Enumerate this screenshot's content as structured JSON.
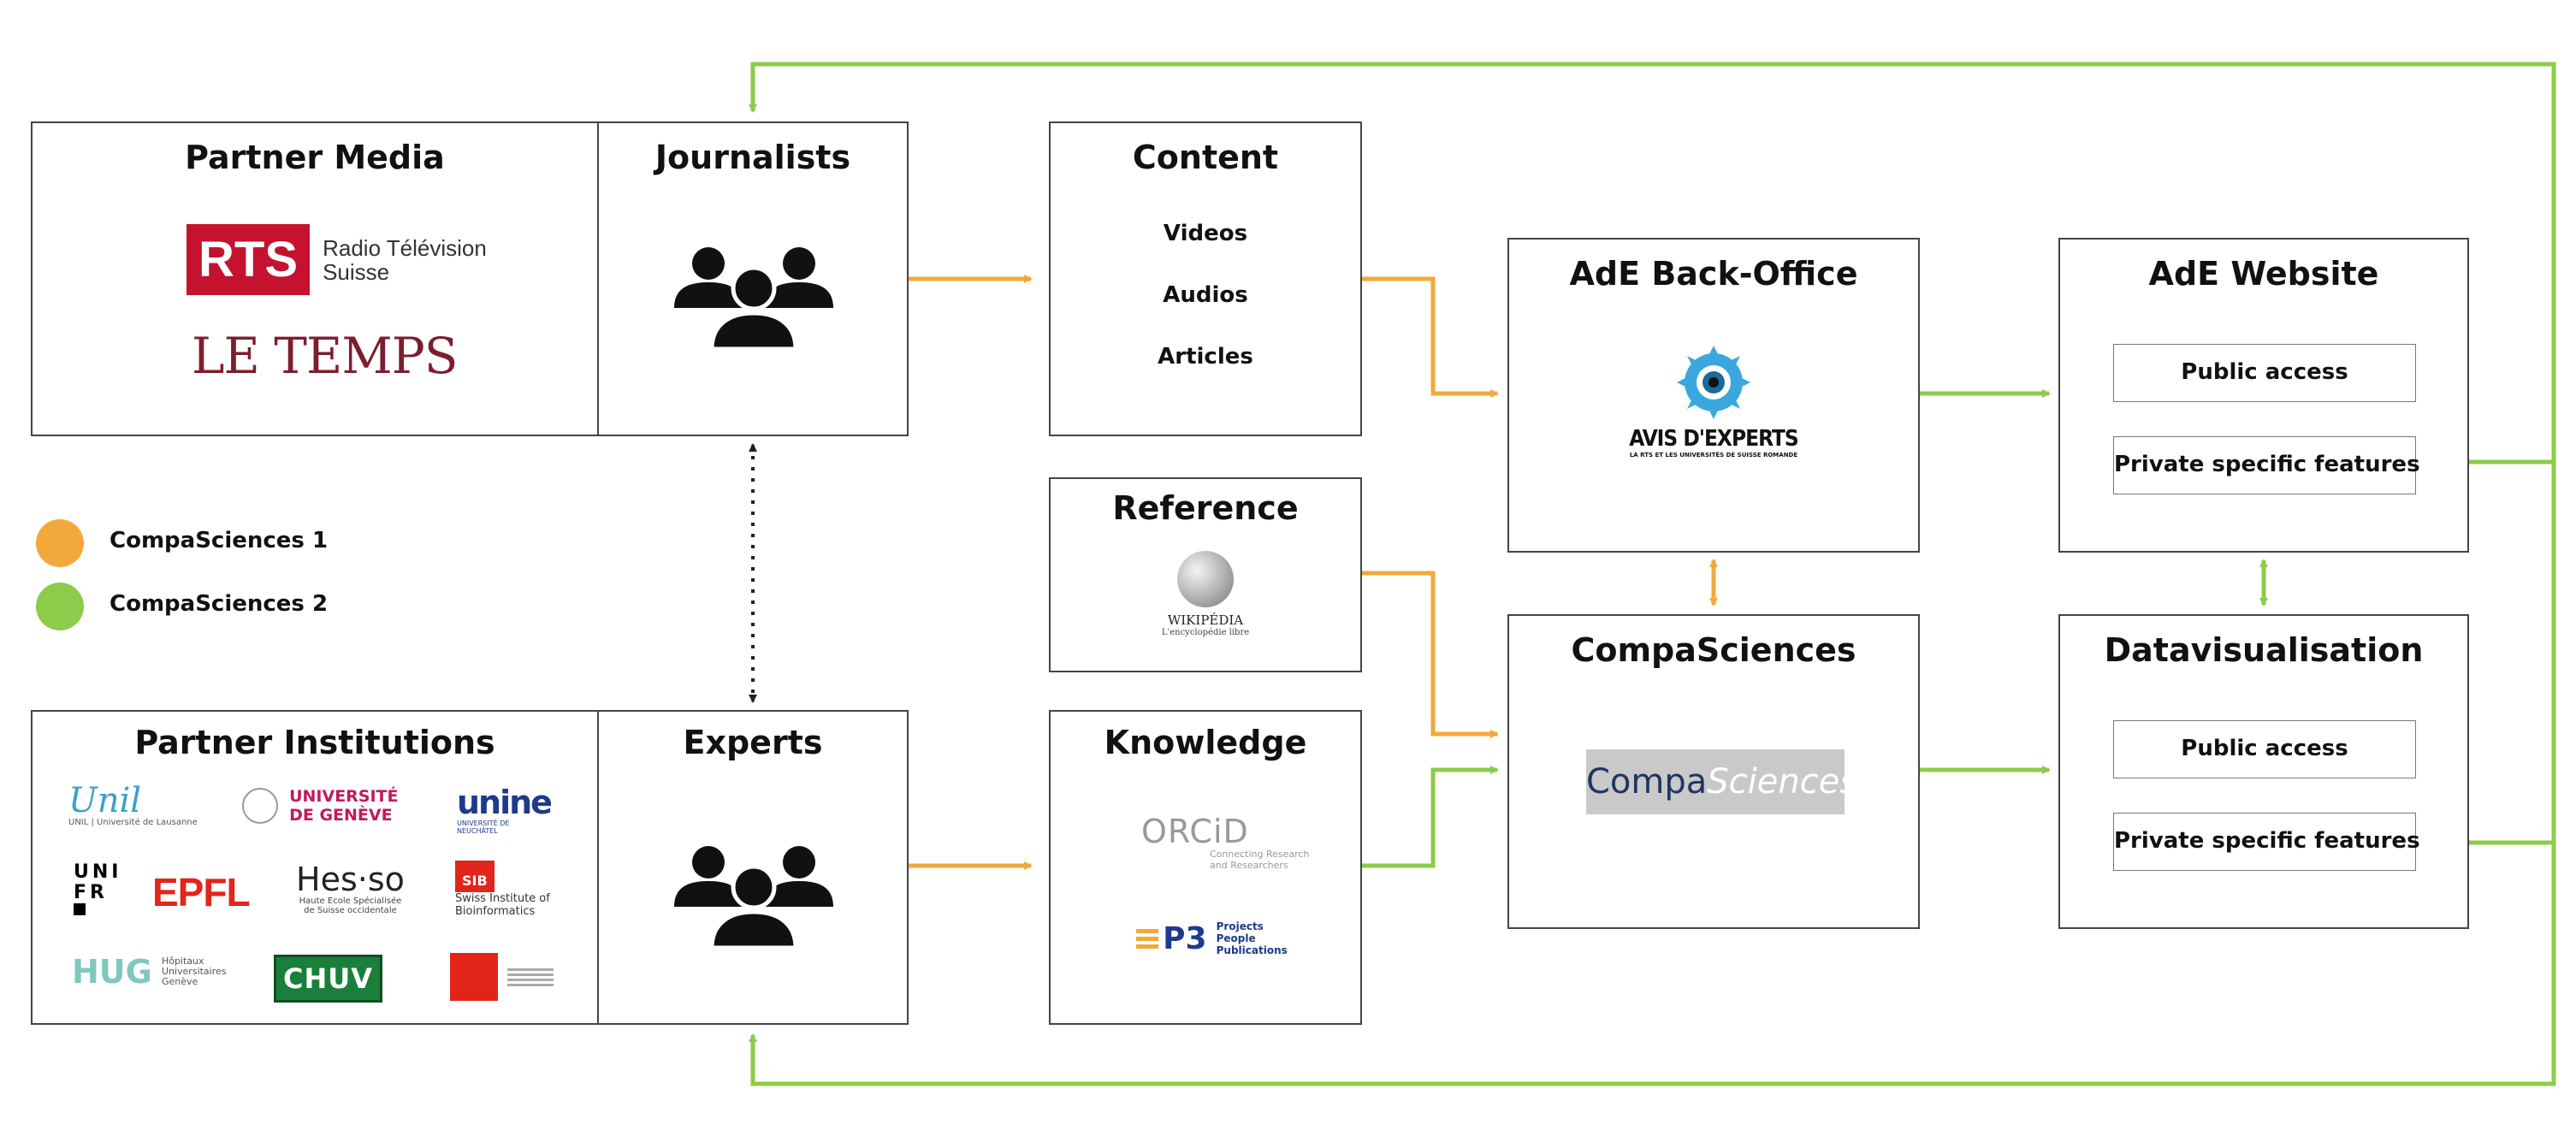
{
  "colors": {
    "orange": "#F2A93B",
    "green": "#8DCB4A",
    "dark": "#222222"
  },
  "legend": [
    {
      "label": "CompaSciences 1",
      "color": "#F2A93B"
    },
    {
      "label": "CompaSciences 2",
      "color": "#8DCB4A"
    }
  ],
  "partner_media": {
    "title": "Partner Media",
    "rts": {
      "mark": "RTS",
      "line1": "Radio Télévision",
      "line2": "Suisse"
    },
    "le_temps": "LE TEMPS"
  },
  "journalists": {
    "title": "Journalists",
    "icon": "people-group-icon"
  },
  "experts": {
    "title": "Experts",
    "icon": "people-group-icon"
  },
  "partner_institutions": {
    "title": "Partner Institutions",
    "unil": {
      "script": "Unil",
      "caption": "UNIL | Université de Lausanne"
    },
    "unige": {
      "line1": "UNIVERSITÉ",
      "line2": "DE GENÈVE"
    },
    "unine": {
      "mark": "unine",
      "caption1": "UNIVERSITÉ DE",
      "caption2": "NEUCHÂTEL"
    },
    "unifr": {
      "line1": "UNI",
      "line2": "FR"
    },
    "epfl": "EPFL",
    "hesso": {
      "mark": "Hes·so",
      "caption1": "Haute Ecole Spécialisée",
      "caption2": "de Suisse occidentale"
    },
    "sib": {
      "mark": "SIB",
      "caption1": "Swiss Institute of",
      "caption2": "Bioinformatics"
    },
    "hug": {
      "mark": "HUG",
      "caption1": "Hôpitaux",
      "caption2": "Universitaires",
      "caption3": "Genève"
    },
    "chuv": "CHUV"
  },
  "content": {
    "title": "Content",
    "items": [
      "Videos",
      "Audios",
      "Articles"
    ]
  },
  "reference": {
    "title": "Reference",
    "wiki_name": "WIKIPÉDIA",
    "wiki_tagline": "L'encyclopédie libre"
  },
  "knowledge": {
    "title": "Knowledge",
    "orcid": {
      "mark": "ORCiD",
      "caption1": "Connecting Research",
      "caption2": "and Researchers"
    },
    "p3": {
      "mark": "P3",
      "caption1": "Projects",
      "caption2": "People",
      "caption3": "Publications"
    }
  },
  "backoffice": {
    "title": "AdE Back-Office",
    "logo_text": "AVIS D'EXPERTS",
    "logo_tagline": "LA RTS ET LES UNIVERSITÉS DE SUISSE ROMANDE"
  },
  "compasciences": {
    "title": "CompaSciences",
    "logo_a": "Compa",
    "logo_b": "Sciences"
  },
  "website": {
    "title": "AdE Website",
    "public": "Public access",
    "private": "Private specific features"
  },
  "datavis": {
    "title": "Datavisualisation",
    "public": "Public access",
    "private": "Private specific features"
  }
}
